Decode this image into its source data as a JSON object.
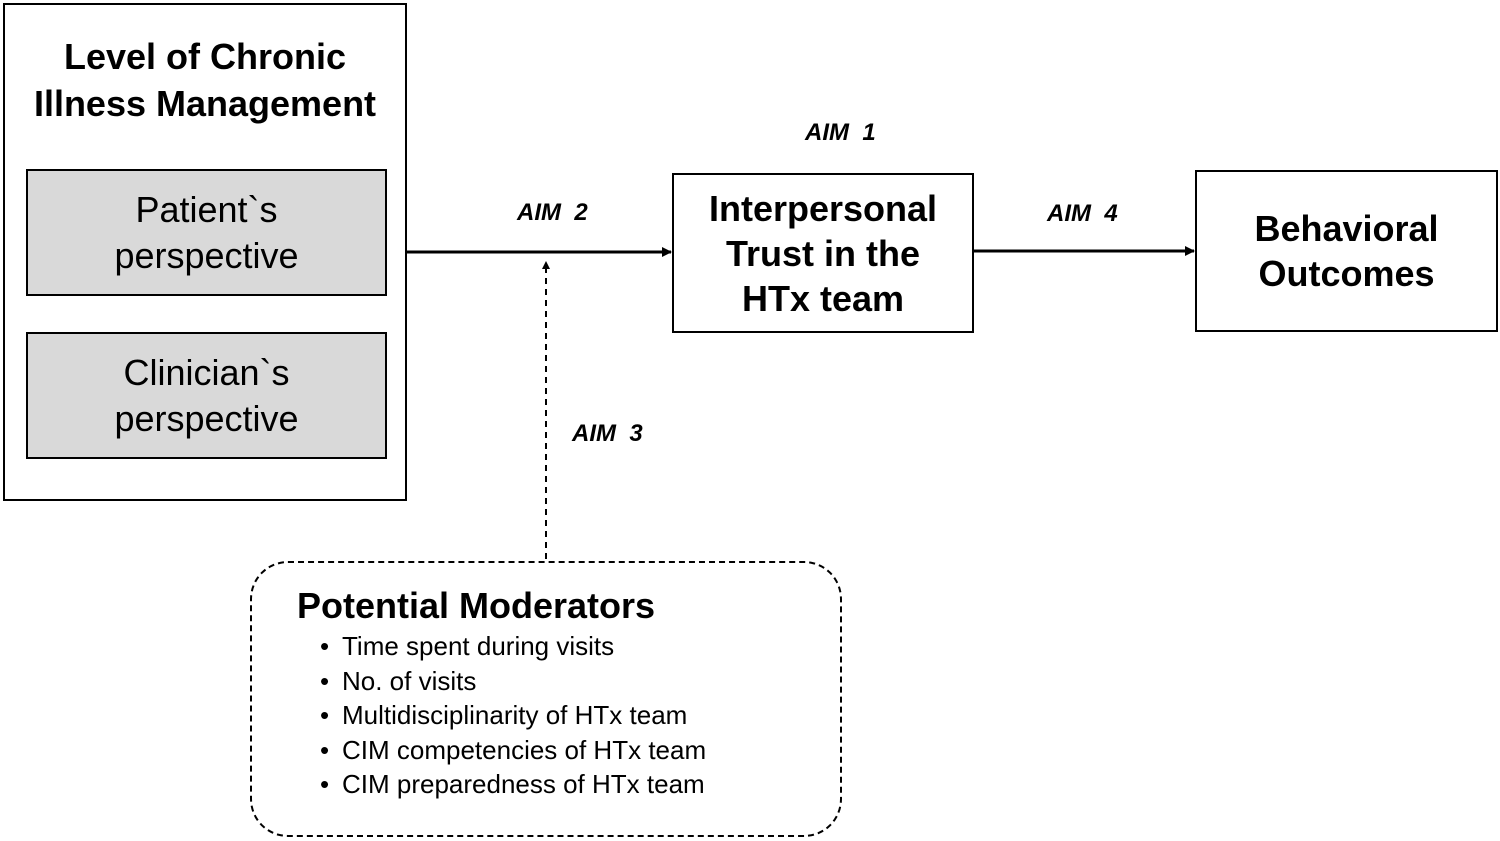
{
  "outer_box": {
    "title_line1": "Level of Chronic",
    "title_line2": "Illness Management",
    "patient_line1": "Patient`s",
    "patient_line2": "perspective",
    "clinician_line1": "Clinician`s",
    "clinician_line2": "perspective"
  },
  "trust_box": {
    "line1": "Interpersonal",
    "line2": "Trust in the",
    "line3": "HTx team"
  },
  "outcomes_box": {
    "line1": "Behavioral",
    "line2": "Outcomes"
  },
  "aims": {
    "aim1": "AIM  1",
    "aim2": "AIM  2",
    "aim3": "AIM  3",
    "aim4": "AIM  4"
  },
  "moderators": {
    "title": "Potential Moderators",
    "bullet": "•",
    "items": [
      "Time spent during visits",
      "No. of visits",
      "Multidisciplinarity of HTx team",
      "CIM competencies of HTx team",
      "CIM preparedness of HTx team"
    ]
  }
}
